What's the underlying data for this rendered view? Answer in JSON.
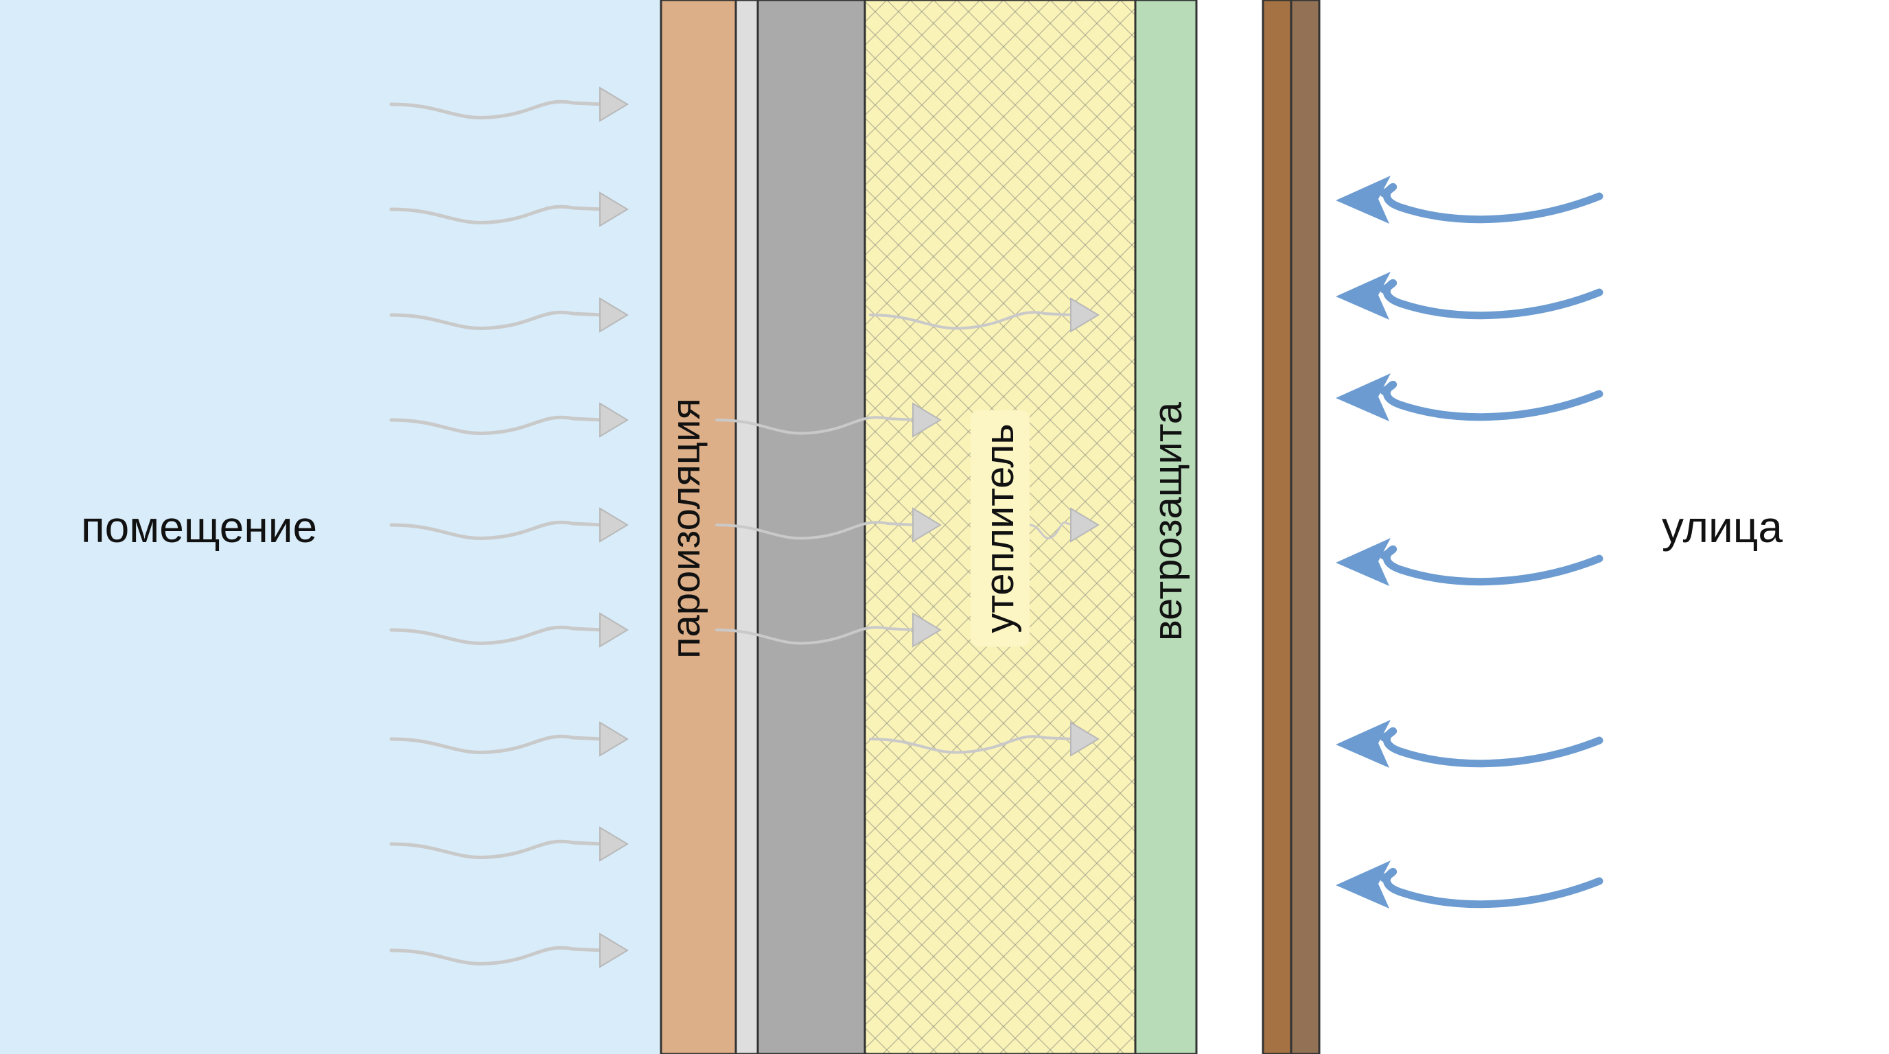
{
  "zones": {
    "room": "помещение",
    "street": "улица"
  },
  "layers": {
    "vapor_barrier": "пароизоляция",
    "insulation": "утеплитель",
    "wind_barrier": "ветрозащита"
  },
  "colors": {
    "room_bg": "#d8ecf9",
    "vapor_barrier": "#dcaf88",
    "thin_gap": "#dedede",
    "wall_panel": "#aaaaaa",
    "insulation": "#faf3b8",
    "insulation_mesh": "#8a8a80",
    "wind_barrier": "#b8dcb8",
    "board_1": "#a57244",
    "board_2": "#937155",
    "vapor_arrow": "#c9c9c9",
    "wind_arrow": "#6b9bd0"
  },
  "icons": {
    "vapor_flow": "wavy-arrow-right-icon",
    "wind_flow": "wavy-arrow-left-icon"
  }
}
